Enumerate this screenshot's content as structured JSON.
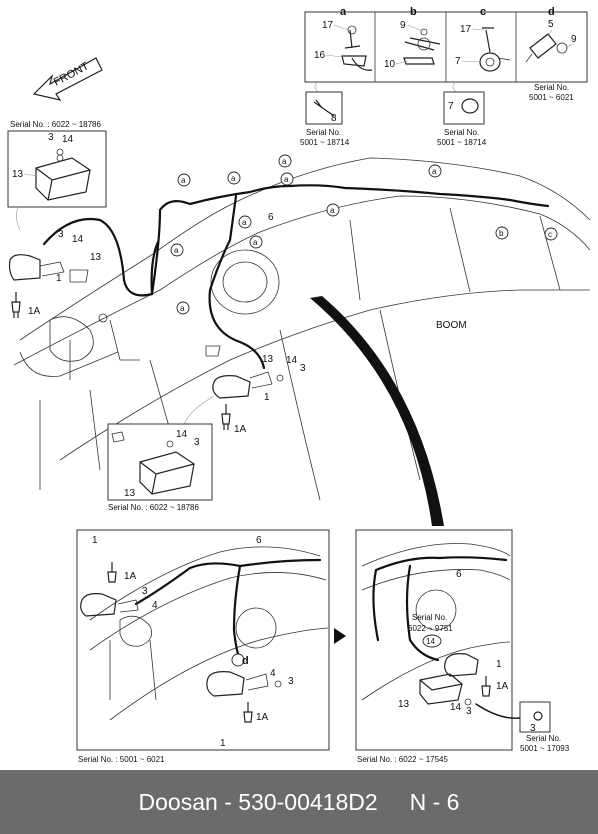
{
  "footer": {
    "brand": "Doosan",
    "separator": " - ",
    "part_no": "530-00418D2",
    "page": "N - 6"
  },
  "diagram": {
    "direction_label": "FRONT",
    "boom_label": "BOOM",
    "detail_letters": [
      "a",
      "b",
      "c",
      "d"
    ],
    "serial_labels": {
      "top_left": "Serial No. : 6022 ~ 18786",
      "mid": "Serial No. : 6022 ~ 18786",
      "bottom_left": "Serial No. : 5001 ~ 6021",
      "bottom_right": "Serial No. : 6022 ~ 17545",
      "detail_d_title": "Serial No.",
      "detail_d_range": "5001 ~ 6021",
      "detail_a_title": "Serial No.",
      "detail_a_range": "5001 ~ 18714",
      "detail_c_title": "Serial No.",
      "detail_c_range": "5001 ~ 18714",
      "inset_title": "Serial No.",
      "inset_range": "6022 ~ 9751",
      "small_box_title": "Serial No.",
      "small_box_range": "5001 ~ 17093"
    },
    "part_numbers": {
      "p1": "1",
      "p1a": "1A",
      "p3": "3",
      "p4": "4",
      "p5": "5",
      "p6": "6",
      "p7": "7",
      "p8": "8",
      "p9": "9",
      "p10": "10",
      "p13": "13",
      "p14": "14",
      "p16": "16",
      "p17": "17"
    }
  }
}
